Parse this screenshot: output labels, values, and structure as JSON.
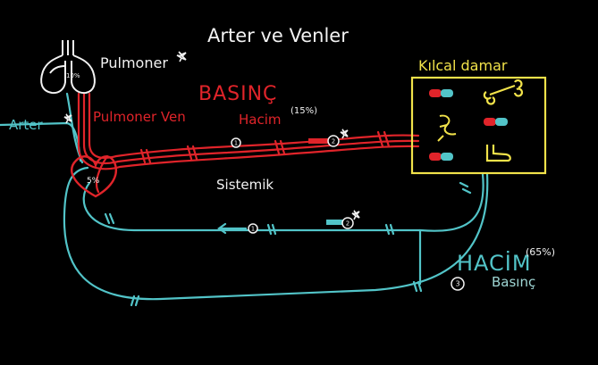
{
  "title": "Arter ve Venler",
  "labels": {
    "pulmoner": "Pulmoner",
    "arter": "Arter",
    "pulmoner_ven": "Pulmoner Ven",
    "basinc_upper": "BASINÇ",
    "hacim_upper": "Hacim",
    "hacim_upper_pct": "(15%)",
    "kilcal_damar": "Kılcal damar",
    "sistemik": "Sistemik",
    "hacim_lower": "HACİM",
    "hacim_lower_pct": "(65%)",
    "basinc_lower": "Basınç",
    "lung_pct": "10%",
    "heart_pct": "5%"
  },
  "markers": {
    "one": "1",
    "two": "2",
    "three": "3"
  },
  "colors": {
    "artery": "#e0242a",
    "vein": "#52c4c8",
    "capillary_box": "#f1e24a",
    "text": "#f2f2f2",
    "background": "#000000"
  },
  "icons": [
    "lungs-icon",
    "heart-icon",
    "star-icon",
    "capsule-icon",
    "bone-icon",
    "neuron-icon",
    "foot-icon"
  ]
}
